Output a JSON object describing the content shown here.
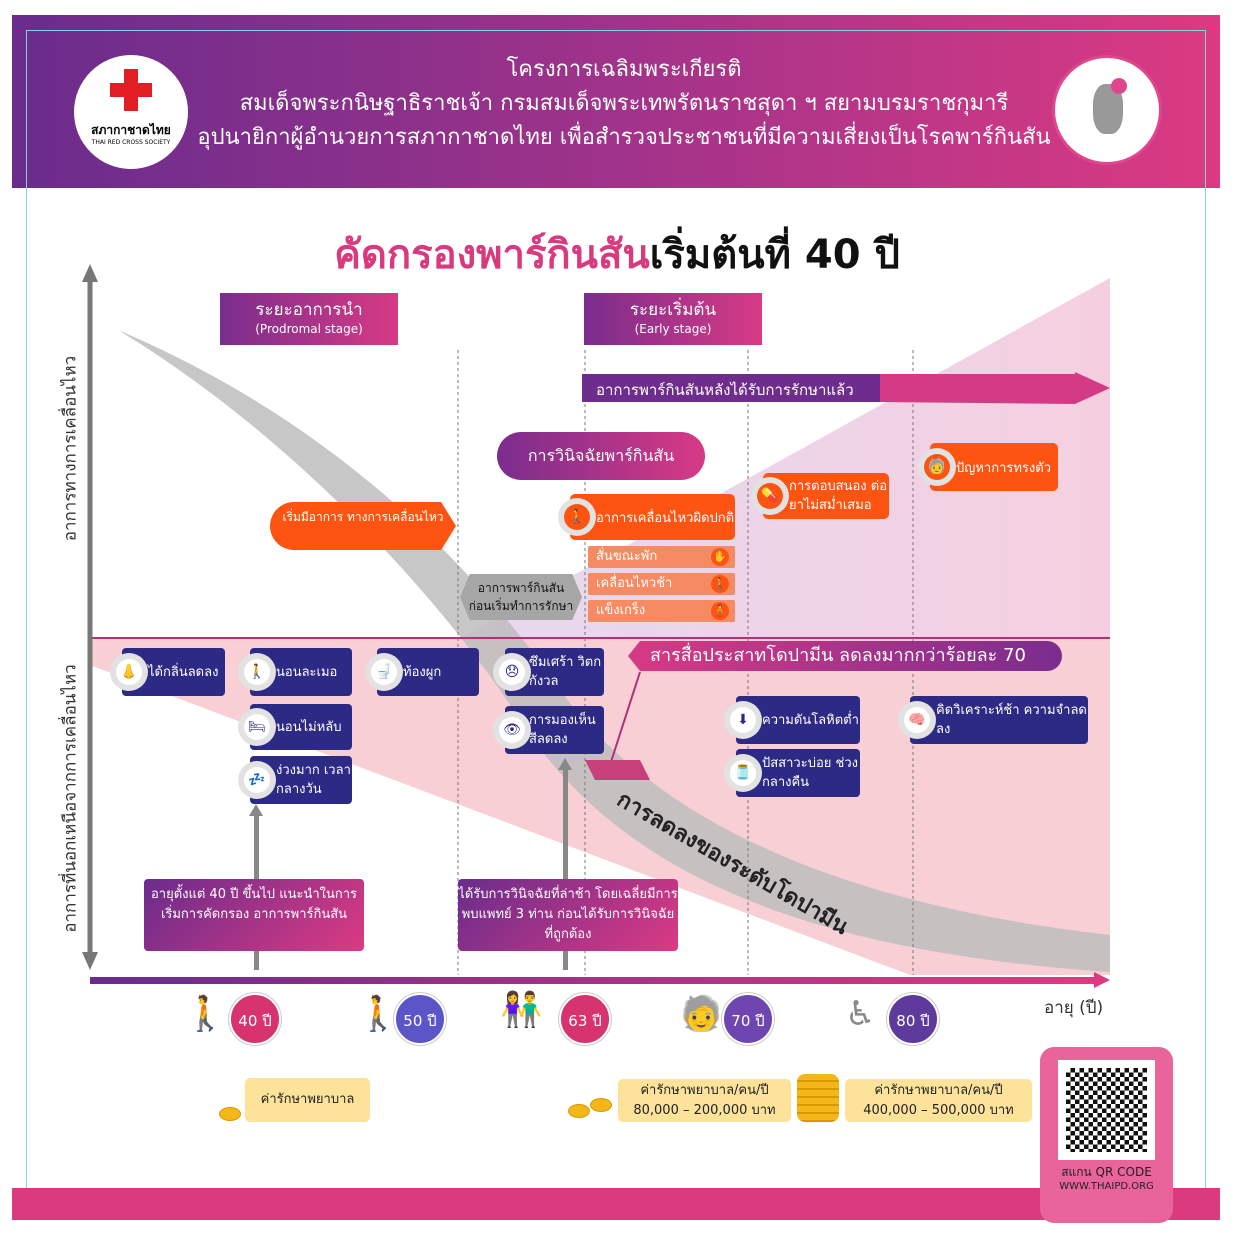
{
  "header": {
    "line1": "โครงการเฉลิมพระเกียรติ",
    "line2": "สมเด็จพระกนิษฐาธิราชเจ้า กรมสมเด็จพระเทพรัตนราชสุดา ฯ สยามบรมราชกุมารี",
    "line3": "อุปนายิกาผู้อำนวยการสภากาชาดไทย เพื่อสำรวจประชาชนที่มีความเสี่ยงเป็นโรคพาร์กินสัน",
    "left_logo_th": "สภากาชาดไทย",
    "left_logo_en": "THAI RED CROSS SOCIETY"
  },
  "title": {
    "pink": "คัดกรองพาร์กินสัน",
    "black": "เริ่มต้นที่ 40 ปี"
  },
  "axes": {
    "y_upper": "อาการทางการเคลื่อนไหว",
    "y_lower": "อาการที่นอกเหนือจากการเคลื่อนไหว",
    "x": "อายุ (ปี)"
  },
  "stages": [
    {
      "title": "ระยะอาการนำ",
      "sub": "(Prodromal stage)"
    },
    {
      "title": "ระยะเริ่มต้น",
      "sub": "(Early stage)"
    }
  ],
  "treated_arrow": "อาการพาร์กินสันหลังได้รับการรักษาแล้ว",
  "diagnosis": "การวินิจฉัยพาร์กินสัน",
  "motor_start": "เริ่มมีอาการ ทางการเคลื่อนไหว",
  "pre_treatment": "อาการพาร์กินสัน ก่อนเริ่มทำการรักษา",
  "motor": {
    "abnormal": "อาการเคลื่อนไหวผิดปกติ",
    "subs": [
      "สั่นขณะพัก",
      "เคลื่อนไหวช้า",
      "แข็งเกร็ง"
    ],
    "fluctuation": "การตอบสนอง ต่อยาไม่สม่ำเสมอ",
    "balance": "ปัญหาการทรงตัว"
  },
  "nonmotor": [
    "ได้กลิ่นลดลง",
    "นอนละเมอ",
    "ท้องผูก",
    "ซึมเศร้า วิตกกังวล",
    "นอนไม่หลับ",
    "ง่วงมาก เวลากลางวัน",
    "การมองเห็น สีลดลง",
    "ความดันโลหิตต่ำ",
    "ปัสสาวะบ่อย ช่วงกลางคืน",
    "คิดวิเคราะห์ช้า ความจำลดลง"
  ],
  "dopamine_banner": "สารสื่อประสาทโดปามีน ลดลงมากกว่าร้อยละ 70",
  "dopamine_curve": "การลดลงของระดับโดปามีน",
  "notes": [
    "อายุตั้งแต่ 40 ปี ขึ้นไป แนะนำในการเริ่มการคัดกรอง อาการพาร์กินสัน",
    "ได้รับการวินิจฉัยที่ล่าช้า โดยเฉลี่ยมีการพบแพทย์ 3 ท่าน ก่อนได้รับการวินิจฉัยที่ถูกต้อง"
  ],
  "ages": [
    "40 ปี",
    "50 ปี",
    "63 ปี",
    "70 ปี",
    "80 ปี"
  ],
  "costs": [
    "ค่ารักษาพยาบาล",
    "ค่ารักษาพยาบาล/คน/ปี 80,000 – 200,000 บาท",
    "ค่ารักษาพยาบาล/คน/ปี 400,000 – 500,000 บาท"
  ],
  "qr": {
    "label": "สแกน QR CODE",
    "url": "WWW.THAIPD.ORG"
  }
}
